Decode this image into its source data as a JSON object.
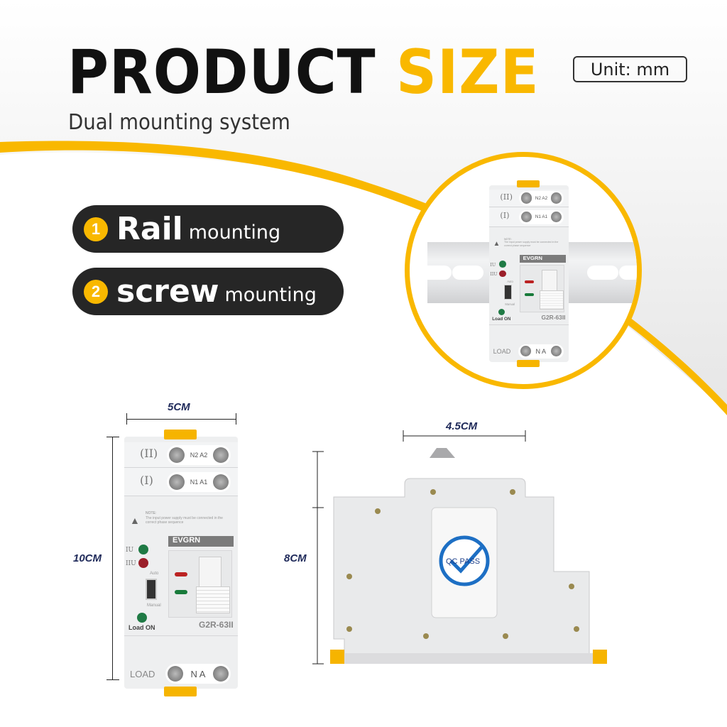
{
  "header": {
    "title_part1": "PRODUCT",
    "title_part2": "SIZE",
    "subtitle": "Dual mounting system",
    "unit": "Unit: mm"
  },
  "mounting": [
    {
      "number": "1",
      "name": "Rail",
      "suffix": "mounting"
    },
    {
      "number": "2",
      "name": "screw",
      "suffix": "mounting"
    }
  ],
  "device": {
    "tier2": "(II)",
    "tier2_terminals": "N2 A2",
    "tier1": "(I)",
    "tier1_terminals": "N1 A1",
    "note_title": "NOTE:",
    "note_text": "The input power supply must be connected in the correct phase sequence",
    "brand": "EVGRN",
    "led1": "IU",
    "led2": "IIU",
    "auto": "Auto",
    "manual": "Manual",
    "load_on": "Load ON",
    "model": "G2R-63II",
    "load": "LOAD",
    "load_terminals": "N A"
  },
  "side_view": {
    "label": "QC PASS"
  },
  "dimensions": {
    "front_width": "5CM",
    "front_height": "10CM",
    "side_depth": "4.5CM",
    "side_height": "8CM"
  },
  "colors": {
    "accent": "#f9b800",
    "pill": "#262626",
    "dimension": "#1f2a5a"
  }
}
